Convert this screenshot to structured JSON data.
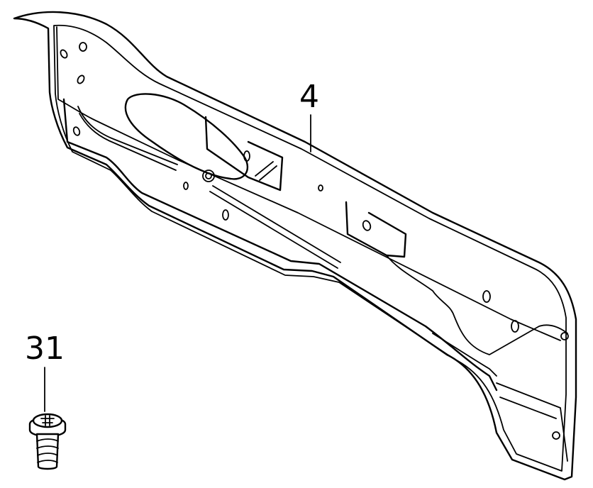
{
  "diagram": {
    "background": "#ffffff",
    "line_color": "#000000",
    "parts": [
      {
        "id": "part-4",
        "callout": "4",
        "kind": "panel"
      },
      {
        "id": "part-31",
        "callout": "31",
        "kind": "screw"
      }
    ]
  }
}
